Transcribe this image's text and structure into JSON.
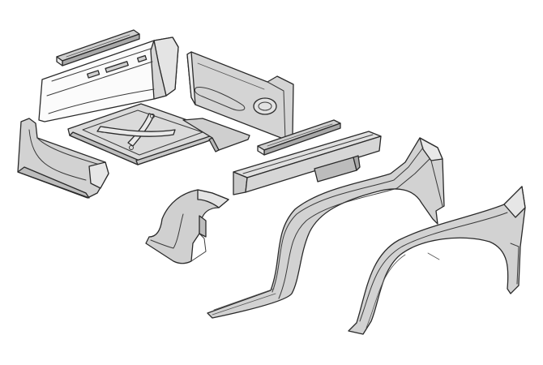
{
  "colors": {
    "background": "#ffffff",
    "panel_light": "#e6e6e6",
    "panel_mid": "#cfcfcf",
    "panel_dark": "#b3b3b3",
    "white_face": "#fbfbfb",
    "outline": "#2a2a2a"
  },
  "parts": [
    {
      "id": "floor-panel",
      "icon": "floor-panel"
    },
    {
      "id": "rear-cross-rail-upper",
      "icon": "rail"
    },
    {
      "id": "rear-bulkhead-panel",
      "icon": "bulkhead"
    },
    {
      "id": "inner-side-panel",
      "icon": "side-panel"
    },
    {
      "id": "front-footwell-panel",
      "icon": "footwell"
    },
    {
      "id": "cross-rail-lower",
      "icon": "rail"
    },
    {
      "id": "cross-member-channel",
      "icon": "channel"
    },
    {
      "id": "inner-wheel-arch",
      "icon": "wheel-arch"
    },
    {
      "id": "rear-wheel-arch-outer-large",
      "icon": "arch-panel"
    },
    {
      "id": "rear-wheel-arch-outer-small",
      "icon": "arch-panel"
    }
  ]
}
